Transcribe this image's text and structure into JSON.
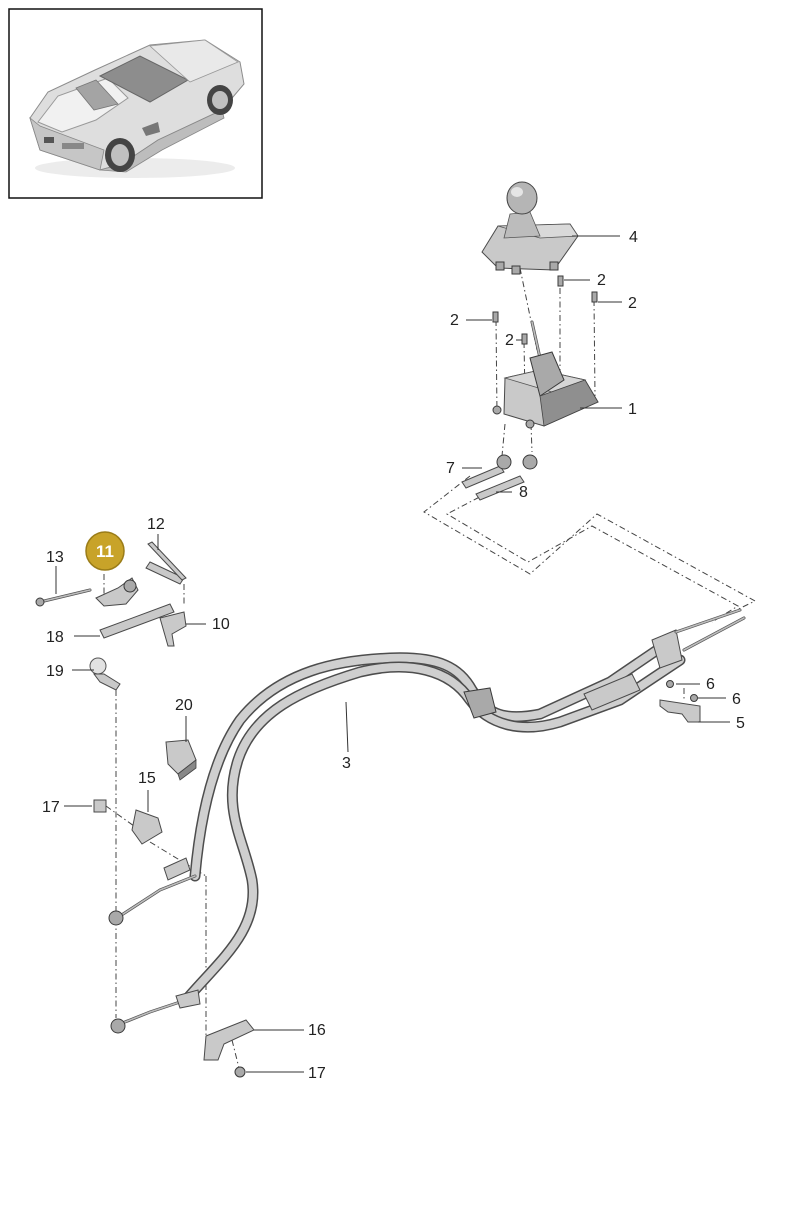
{
  "thumbnail": {
    "icon": "sports-car-icon"
  },
  "labels": {
    "p1": "1",
    "p2a": "2",
    "p2b": "2",
    "p2c": "2",
    "p2d": "2",
    "p3": "3",
    "p4": "4",
    "p5": "5",
    "p6a": "6",
    "p6b": "6",
    "p7": "7",
    "p8": "8",
    "p10": "10",
    "p11": "11",
    "p12": "12",
    "p13": "13",
    "p15": "15",
    "p16": "16",
    "p17a": "17",
    "p17b": "17",
    "p18": "18",
    "p19": "19",
    "p20": "20"
  },
  "highlight": {
    "label": "11",
    "color": "#c8a329"
  },
  "colors": {
    "line": "#333333",
    "part_fill": "#c9c9c9",
    "part_stroke": "#4a4a4a"
  }
}
